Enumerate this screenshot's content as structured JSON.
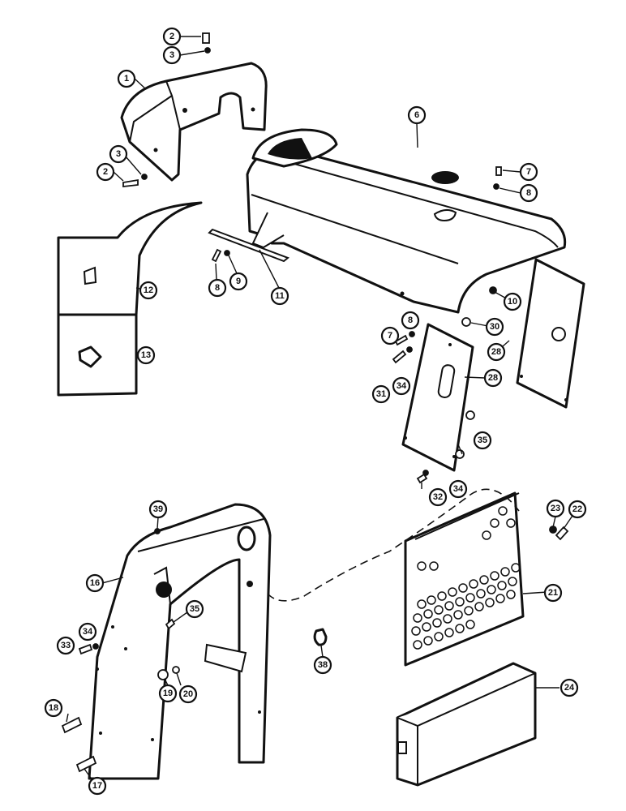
{
  "callouts": [
    {
      "id": "c2a",
      "label": "2"
    },
    {
      "id": "c3a",
      "label": "3"
    },
    {
      "id": "c1",
      "label": "1"
    },
    {
      "id": "c3b",
      "label": "3"
    },
    {
      "id": "c2b",
      "label": "2"
    },
    {
      "id": "c6",
      "label": "6"
    },
    {
      "id": "c7a",
      "label": "7"
    },
    {
      "id": "c8a",
      "label": "8"
    },
    {
      "id": "c8b",
      "label": "8"
    },
    {
      "id": "c9",
      "label": "9"
    },
    {
      "id": "c11",
      "label": "11"
    },
    {
      "id": "c12",
      "label": "12"
    },
    {
      "id": "c13",
      "label": "13"
    },
    {
      "id": "c10",
      "label": "10"
    },
    {
      "id": "c30",
      "label": "30"
    },
    {
      "id": "c8c",
      "label": "8"
    },
    {
      "id": "c7b",
      "label": "7"
    },
    {
      "id": "c28a",
      "label": "28"
    },
    {
      "id": "c28b",
      "label": "28"
    },
    {
      "id": "c31",
      "label": "31"
    },
    {
      "id": "c34a",
      "label": "34"
    },
    {
      "id": "c35a",
      "label": "35"
    },
    {
      "id": "c32",
      "label": "32"
    },
    {
      "id": "c34b",
      "label": "34"
    },
    {
      "id": "c39",
      "label": "39"
    },
    {
      "id": "c23",
      "label": "23"
    },
    {
      "id": "c22",
      "label": "22"
    },
    {
      "id": "c16",
      "label": "16"
    },
    {
      "id": "c35b",
      "label": "35"
    },
    {
      "id": "c21",
      "label": "21"
    },
    {
      "id": "c34c",
      "label": "34"
    },
    {
      "id": "c33",
      "label": "33"
    },
    {
      "id": "c38",
      "label": "38"
    },
    {
      "id": "c19",
      "label": "19"
    },
    {
      "id": "c20",
      "label": "20"
    },
    {
      "id": "c18",
      "label": "18"
    },
    {
      "id": "c24",
      "label": "24"
    },
    {
      "id": "c17",
      "label": "17"
    }
  ]
}
